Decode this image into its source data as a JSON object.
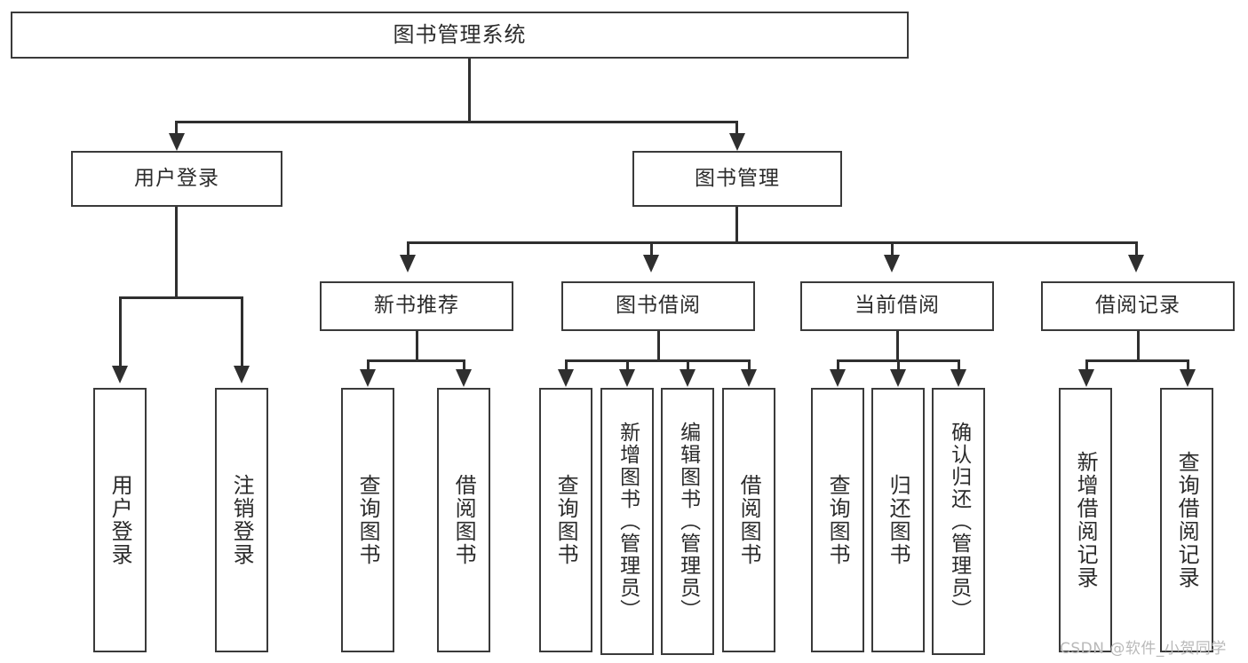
{
  "diagram": {
    "title": "图书管理系统",
    "watermark": "CSDN @软件_小贺同学",
    "colors": {
      "box_border": "#3a3a3a",
      "edge": "#2f2f2f",
      "text": "#2b2b2b",
      "background": "#ffffff",
      "watermark": "#b9b9b9"
    },
    "levels": {
      "root": "图书管理系统",
      "level2": [
        "用户登录",
        "图书管理"
      ],
      "level3": [
        "新书推荐",
        "图书借阅",
        "当前借阅",
        "借阅记录"
      ]
    },
    "nodes": {
      "root": {
        "label": "图书管理系统"
      },
      "user_login": {
        "label": "用户登录"
      },
      "book_manage": {
        "label": "图书管理"
      },
      "new_book_rec": {
        "label": "新书推荐"
      },
      "book_borrow": {
        "label": "图书借阅"
      },
      "current_borrow": {
        "label": "当前借阅"
      },
      "borrow_record": {
        "label": "借阅记录"
      }
    },
    "leaves": {
      "user_login": [
        {
          "label": "用户登录"
        },
        {
          "label": "注销登录"
        }
      ],
      "new_book_rec": [
        {
          "label": "查询图书"
        },
        {
          "label": "借阅图书"
        }
      ],
      "book_borrow": [
        {
          "label": "查询图书"
        },
        {
          "label": "新增图书（管理员）"
        },
        {
          "label": "编辑图书（管理员）"
        },
        {
          "label": "借阅图书"
        }
      ],
      "current_borrow": [
        {
          "label": "查询图书"
        },
        {
          "label": "归还图书"
        },
        {
          "label": "确认归还（管理员）"
        }
      ],
      "borrow_record": [
        {
          "label": "新增借阅记录"
        },
        {
          "label": "查询借阅记录"
        }
      ]
    }
  }
}
